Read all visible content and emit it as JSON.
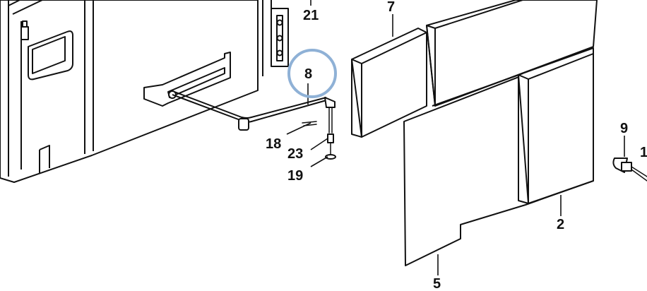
{
  "colors": {
    "line": "#111111",
    "background": "#ffffff",
    "highlight_ring": "#8fb1d6"
  },
  "callouts": {
    "c21": "21",
    "c7": "7",
    "c8": "8",
    "c9": "9",
    "c1": "1",
    "c18": "18",
    "c23": "23",
    "c19": "19",
    "c2": "2",
    "c5": "5"
  }
}
